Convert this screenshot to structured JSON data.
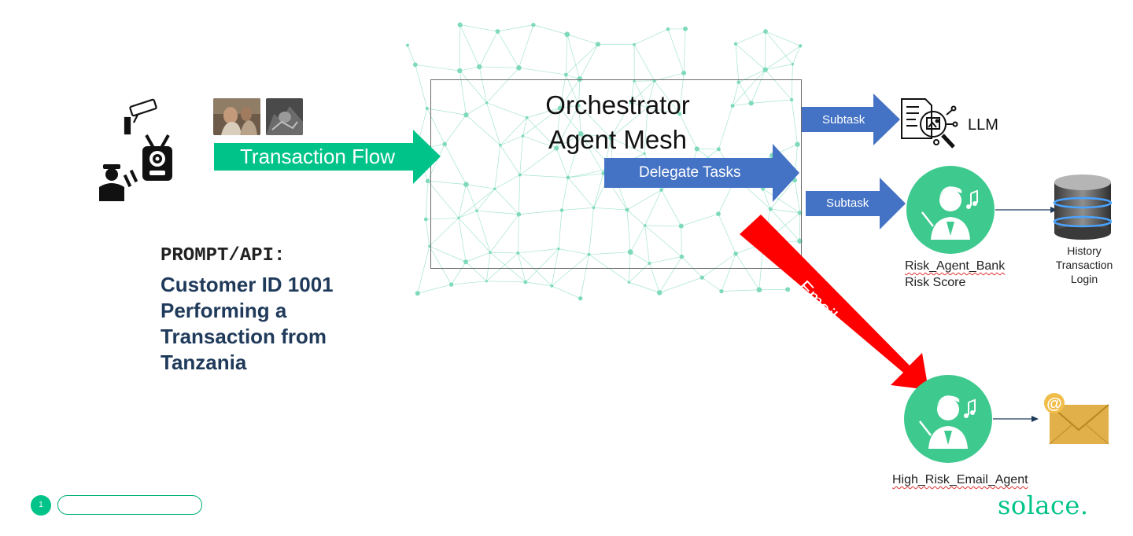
{
  "title": {
    "line1": "Orchestrator",
    "line2": "Agent Mesh"
  },
  "arrows": {
    "transaction_flow": "Transaction Flow",
    "delegate_tasks": "Delegate Tasks",
    "subtask_top": "Subtask",
    "subtask_bottom": "Subtask",
    "email": "Email"
  },
  "nodes": {
    "llm": "LLM",
    "risk_agent": {
      "line1": "Risk_Agent_Bank",
      "line2": "Risk Score"
    },
    "history": {
      "line1": "History",
      "line2": "Transaction",
      "line3": "Login"
    },
    "email_agent": "High_Risk_Email_Agent"
  },
  "prompt": {
    "label": "PROMPT/API:",
    "line1": "Customer ID 1001",
    "line2": "Performing a",
    "line3": "Transaction from",
    "line4": "Tanzania"
  },
  "footer": {
    "page_number": "1",
    "logo": "solace."
  },
  "colors": {
    "accent_green": "#00c389",
    "arrow_blue": "#4472c4",
    "arrow_red": "#ff0000",
    "agent_green": "#3ec98e",
    "prompt_navy": "#1f3a5a",
    "mesh": "#7fd9bd"
  },
  "icons": [
    "cctv-camera-icon",
    "security-guard-icon",
    "body-camera-icon",
    "document-ai-icon",
    "conductor-agent-icon",
    "database-icon",
    "email-envelope-icon"
  ]
}
